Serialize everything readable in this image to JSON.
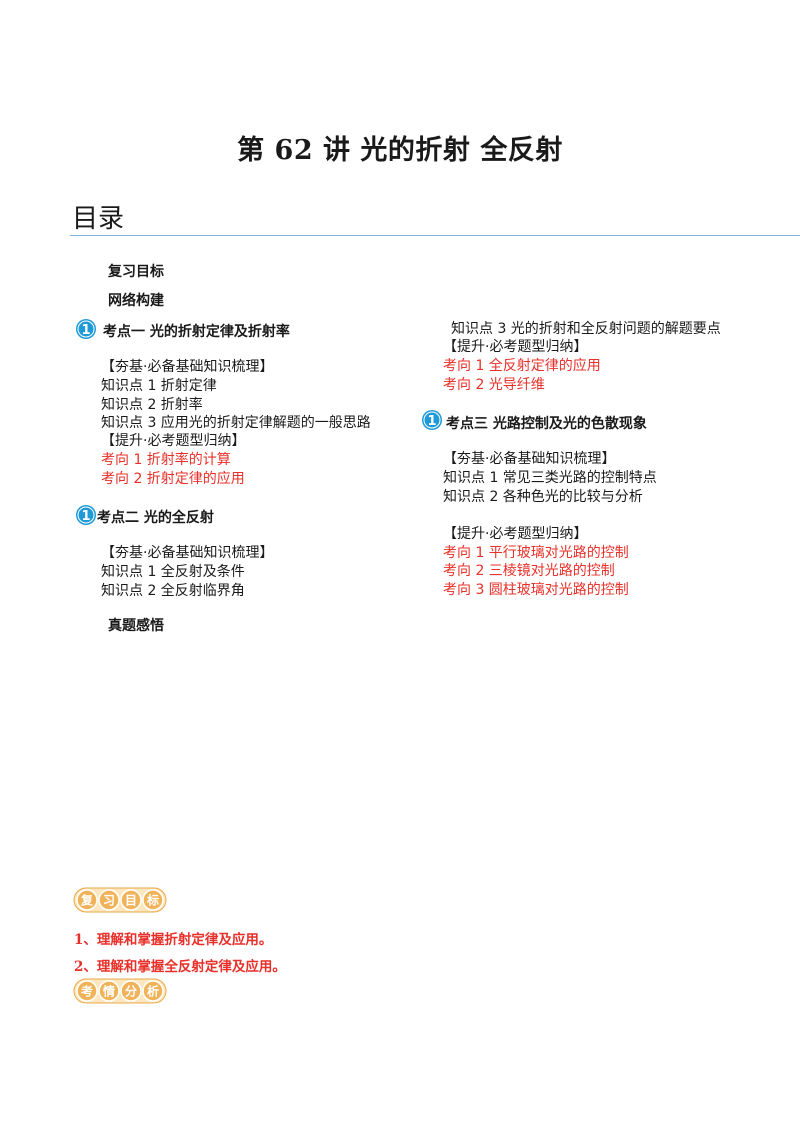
{
  "page": {
    "title": "第 62 讲  光的折射  全反射",
    "toc_heading": "目录"
  },
  "toc": {
    "review_goals": "复习目标",
    "network": "网络构建",
    "real_questions": "真题感悟",
    "point1": {
      "label": "考点一    光的折射定律及折射率",
      "basics_header": "【夯基·必备基础知识梳理】",
      "items": [
        "知识点 1  折射定律",
        "知识点 2  折射率",
        "知识点 3  应用光的折射定律解题的一般思路"
      ],
      "upgrade_header": "【提升·必考题型归纳】",
      "directions": [
        "考向 1  折射率的计算",
        "考向 2  折射定律的应用"
      ]
    },
    "point2": {
      "label": "考点二    光的全反射",
      "basics_header": "【夯基·必备基础知识梳理】",
      "items": [
        "知识点 1  全反射及条件",
        "知识点 2  全反射临界角",
        "知识点 3  光的折射和全反射问题的解题要点"
      ],
      "upgrade_header": "【提升·必考题型归纳】",
      "directions": [
        "考向 1  全反射定律的应用",
        "考向 2  光导纤维"
      ]
    },
    "point3": {
      "label": "考点三    光路控制及光的色散现象",
      "basics_header": "【夯基·必备基础知识梳理】",
      "items": [
        "知识点 1  常见三类光路的控制特点",
        "知识点 2  各种色光的比较与分析"
      ],
      "upgrade_header": "【提升·必考题型归纳】",
      "directions": [
        "考向 1  平行玻璃对光路的控制",
        "考向 2  三棱镜对光路的控制",
        "考向 3  圆柱玻璃对光路的控制"
      ]
    }
  },
  "badges": {
    "review": [
      "复",
      "习",
      "目",
      "标"
    ],
    "analysis": [
      "考",
      "情",
      "分",
      "析"
    ]
  },
  "goals": [
    "1、理解和掌握折射定律及应用。",
    "2、理解和掌握全反射定律及应用。"
  ],
  "icons": {
    "marker_number": "1"
  },
  "colors": {
    "red": "#e8302a",
    "badge": "#f0b35a",
    "icon": "#1e9bd7",
    "rule": "#7fb0d9"
  }
}
